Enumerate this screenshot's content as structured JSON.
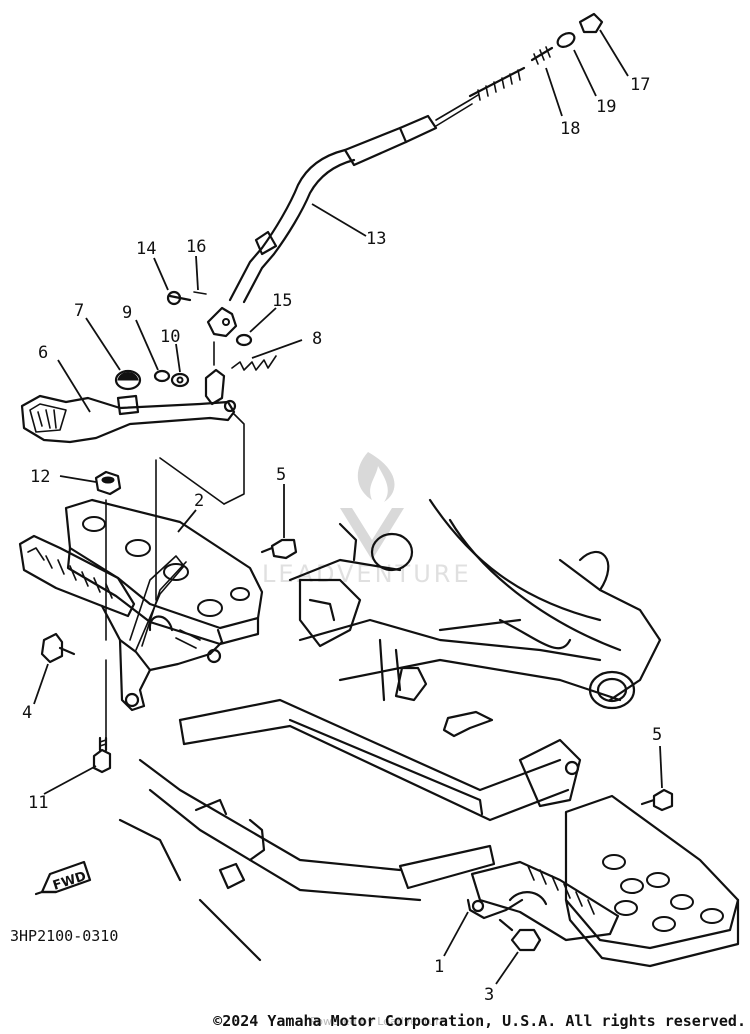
{
  "diagram": {
    "part_code": "3HP2100-0310",
    "forward_label": "FWD",
    "watermark": "LEADVENTURE",
    "callouts": [
      {
        "id": "c1",
        "label": "1"
      },
      {
        "id": "c2",
        "label": "2"
      },
      {
        "id": "c3",
        "label": "3"
      },
      {
        "id": "c4",
        "label": "4"
      },
      {
        "id": "c5a",
        "label": "5"
      },
      {
        "id": "c5b",
        "label": "5"
      },
      {
        "id": "c6",
        "label": "6"
      },
      {
        "id": "c7",
        "label": "7"
      },
      {
        "id": "c8",
        "label": "8"
      },
      {
        "id": "c9",
        "label": "9"
      },
      {
        "id": "c10",
        "label": "10"
      },
      {
        "id": "c11",
        "label": "11"
      },
      {
        "id": "c12",
        "label": "12"
      },
      {
        "id": "c13",
        "label": "13"
      },
      {
        "id": "c14",
        "label": "14"
      },
      {
        "id": "c15",
        "label": "15"
      },
      {
        "id": "c16",
        "label": "16"
      },
      {
        "id": "c17",
        "label": "17"
      },
      {
        "id": "c18",
        "label": "18"
      },
      {
        "id": "c19",
        "label": "19"
      }
    ]
  },
  "footer": {
    "copyright": "©2024 Yamaha Motor Corporation, U.S.A. All rights reserved.",
    "ghost_text": "Powered by Leadventure"
  }
}
